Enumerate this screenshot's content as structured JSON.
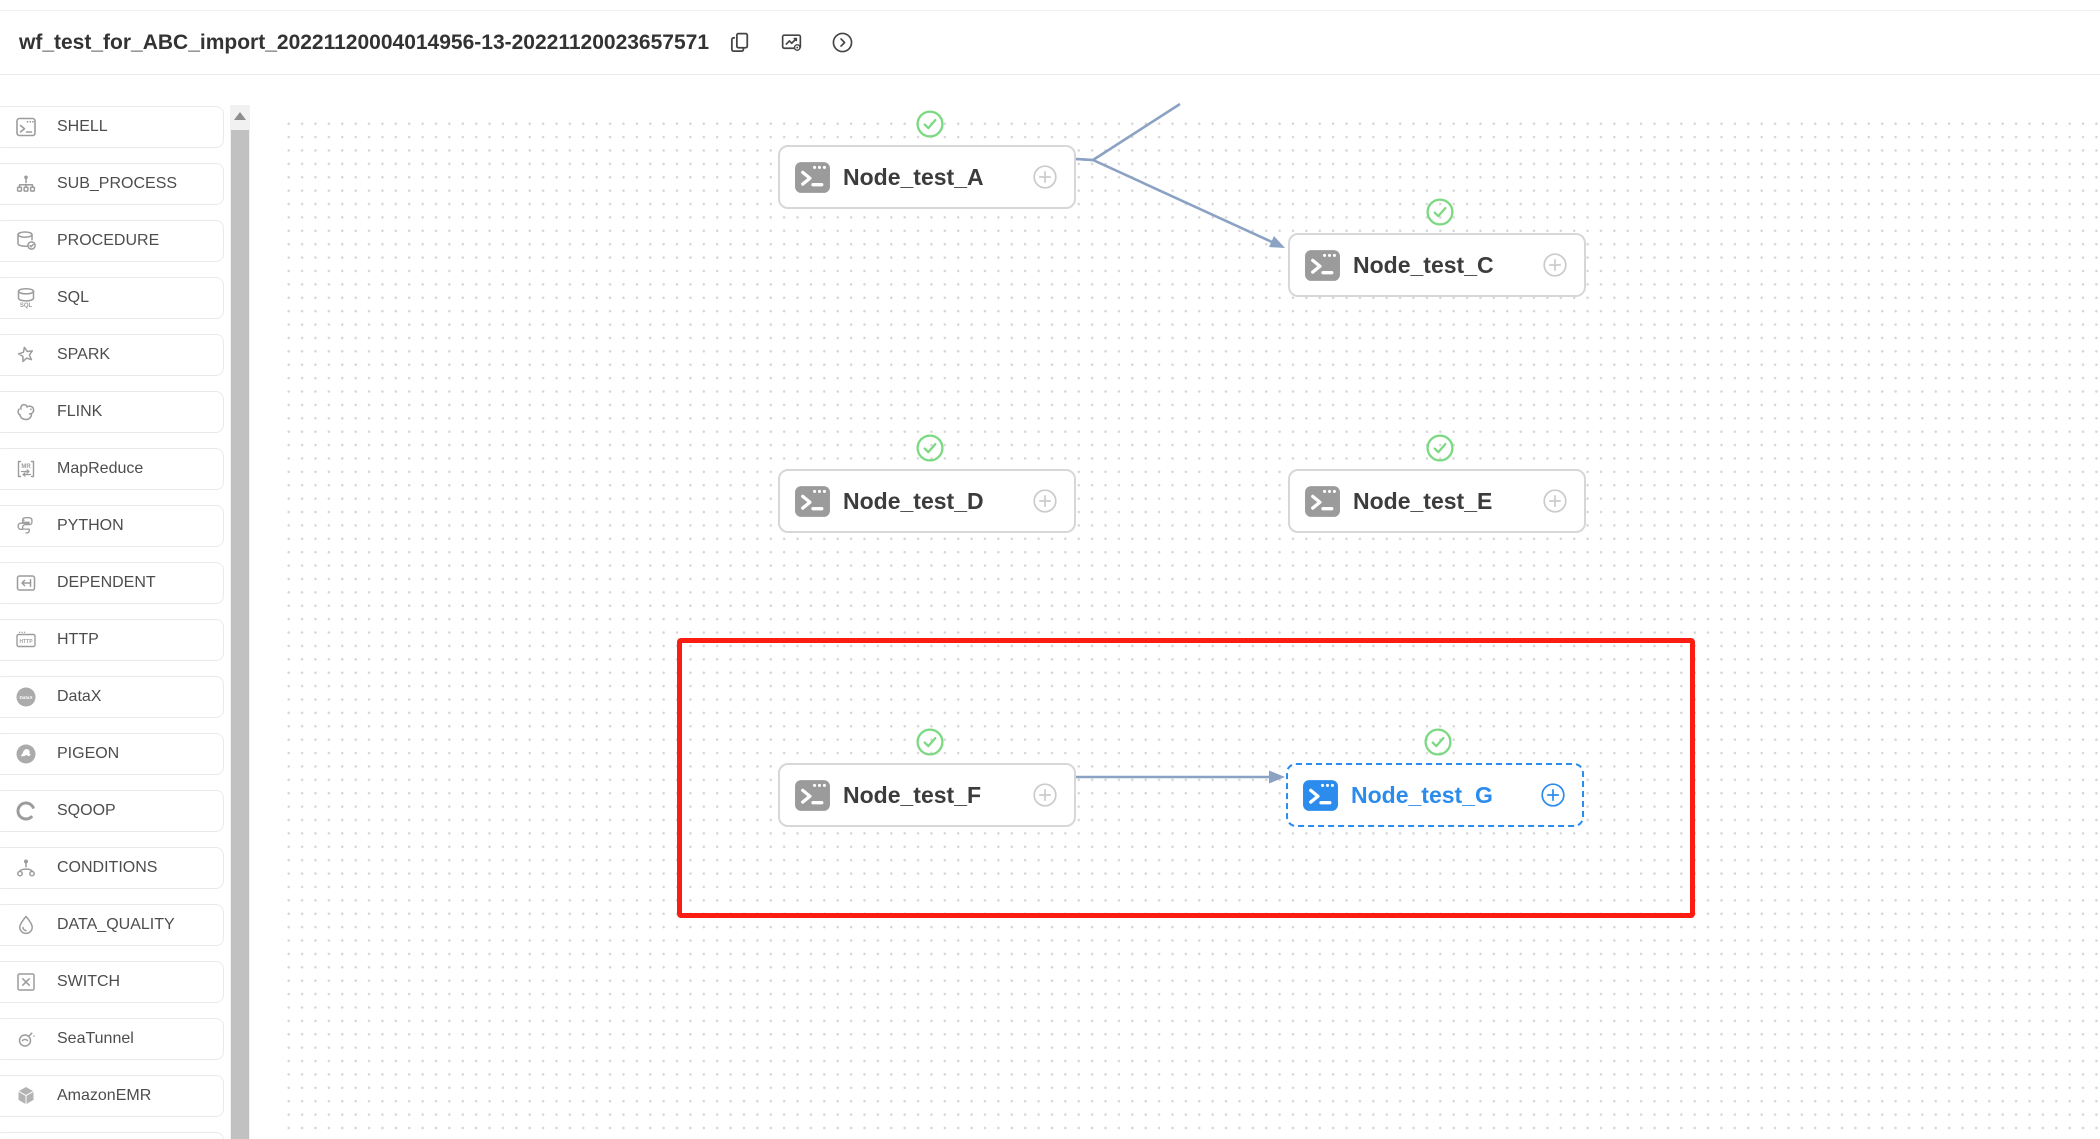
{
  "header": {
    "title": "wf_test_for_ABC_import_20221120004014956-13-20221120023657571",
    "actions": [
      {
        "label": "copy",
        "icon": "copy-icon"
      },
      {
        "label": "view",
        "icon": "chart-eye-icon"
      },
      {
        "label": "run",
        "icon": "circle-chevron-right-icon"
      }
    ]
  },
  "sidebar": {
    "items": [
      {
        "label": "SHELL",
        "icon": "shell-icon"
      },
      {
        "label": "SUB_PROCESS",
        "icon": "sub-process-icon"
      },
      {
        "label": "PROCEDURE",
        "icon": "procedure-icon"
      },
      {
        "label": "SQL",
        "icon": "sql-icon"
      },
      {
        "label": "SPARK",
        "icon": "spark-icon"
      },
      {
        "label": "FLINK",
        "icon": "flink-icon"
      },
      {
        "label": "MapReduce",
        "icon": "mapreduce-icon"
      },
      {
        "label": "PYTHON",
        "icon": "python-icon"
      },
      {
        "label": "DEPENDENT",
        "icon": "dependent-icon"
      },
      {
        "label": "HTTP",
        "icon": "http-icon"
      },
      {
        "label": "DataX",
        "icon": "datax-icon"
      },
      {
        "label": "PIGEON",
        "icon": "pigeon-icon"
      },
      {
        "label": "SQOOP",
        "icon": "sqoop-icon"
      },
      {
        "label": "CONDITIONS",
        "icon": "conditions-icon"
      },
      {
        "label": "DATA_QUALITY",
        "icon": "data-quality-icon"
      },
      {
        "label": "SWITCH",
        "icon": "switch-icon"
      },
      {
        "label": "SeaTunnel",
        "icon": "seatunnel-icon"
      },
      {
        "label": "AmazonEMR",
        "icon": "amazon-emr-icon"
      },
      {
        "label": "",
        "icon": "partial-icon"
      }
    ]
  },
  "dag": {
    "nodes": [
      {
        "id": "A",
        "label": "Node_test_A",
        "status": "success",
        "selected": false
      },
      {
        "id": "C",
        "label": "Node_test_C",
        "status": "success",
        "selected": false
      },
      {
        "id": "D",
        "label": "Node_test_D",
        "status": "success",
        "selected": false
      },
      {
        "id": "E",
        "label": "Node_test_E",
        "status": "success",
        "selected": false
      },
      {
        "id": "F",
        "label": "Node_test_F",
        "status": "success",
        "selected": false
      },
      {
        "id": "G",
        "label": "Node_test_G",
        "status": "success",
        "selected": true
      }
    ],
    "edges": [
      {
        "from": "Node_test_A",
        "to": ""
      },
      {
        "from": "Node_test_A",
        "to": "Node_test_C"
      },
      {
        "from": "Node_test_F",
        "to": "Node_test_G"
      }
    ],
    "colors": {
      "edge": "#8ba2c4",
      "selected_blue": "#2b8ced",
      "success_green": "#7bd981",
      "highlight_red": "#fb1d12",
      "node_border": "#d7d7d7"
    }
  }
}
